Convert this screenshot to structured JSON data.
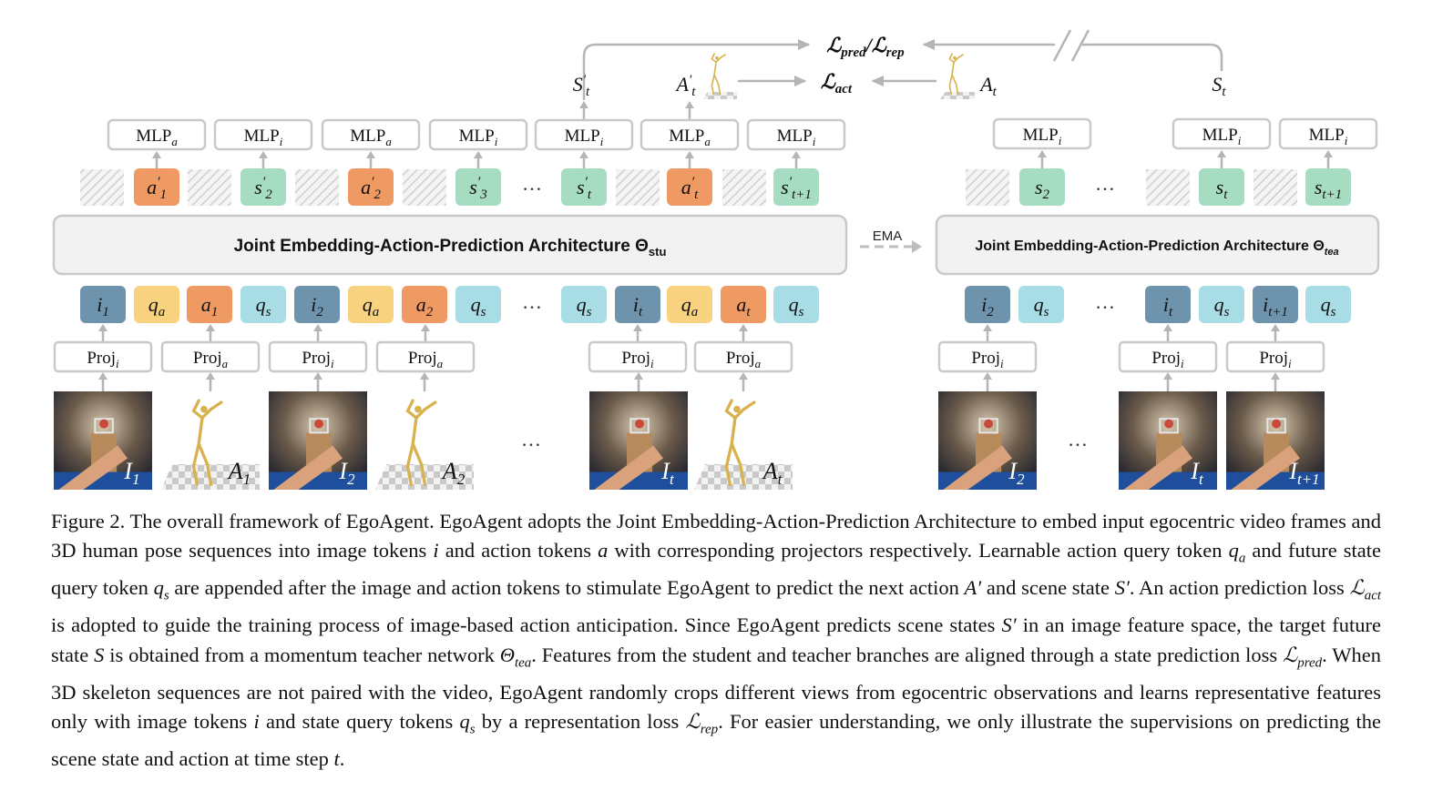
{
  "diagram": {
    "student_backbone": {
      "label": "Joint Embedding-Action-Prediction Architecture ",
      "theta": "Θ",
      "sub": "stu"
    },
    "teacher_backbone": {
      "label": "Joint Embedding-Action-Prediction Architecture ",
      "theta": "Θ",
      "sub": "tea"
    },
    "ema_label": "EMA",
    "ellipsis": "…",
    "losses": {
      "pred_rep": {
        "script": "ℒ",
        "sub1": "pred",
        "sep": "/",
        "sub2": "rep"
      },
      "act": {
        "script": "ℒ",
        "sub": "act"
      }
    },
    "targets": {
      "s_t_prime": {
        "base": "S",
        "prime": "′",
        "sub": "t"
      },
      "a_t_prime": {
        "base": "A",
        "prime": "′",
        "sub": "t"
      },
      "a_t": {
        "base": "A",
        "sub": "t"
      },
      "s_t": {
        "base": "S",
        "sub": "t"
      }
    },
    "student_mlps": [
      {
        "base": "MLP",
        "sub": "a"
      },
      {
        "base": "MLP",
        "sub": "i"
      },
      {
        "base": "MLP",
        "sub": "a"
      },
      {
        "base": "MLP",
        "sub": "i"
      },
      {
        "base": "MLP",
        "sub": "i"
      },
      {
        "base": "MLP",
        "sub": "a"
      },
      {
        "base": "MLP",
        "sub": "i"
      }
    ],
    "student_outputs": [
      {
        "base": "a",
        "prime": "′",
        "sub": "1",
        "color": "#ef9a63"
      },
      {
        "base": "s",
        "prime": "′",
        "sub": "2",
        "color": "#a6dcc1"
      },
      {
        "base": "a",
        "prime": "′",
        "sub": "2",
        "color": "#ef9a63"
      },
      {
        "base": "s",
        "prime": "′",
        "sub": "3",
        "color": "#a6dcc1"
      },
      {
        "base": "s",
        "prime": "′",
        "sub": "t",
        "color": "#a6dcc1"
      },
      {
        "base": "a",
        "prime": "′",
        "sub": "t",
        "color": "#ef9a63"
      },
      {
        "base": "s",
        "prime": "′",
        "sub": "t+1",
        "color": "#a6dcc1"
      }
    ],
    "teacher_mlps": [
      {
        "base": "MLP",
        "sub": "i"
      },
      {
        "base": "MLP",
        "sub": "i"
      },
      {
        "base": "MLP",
        "sub": "i"
      }
    ],
    "teacher_outputs": [
      {
        "base": "s",
        "sub": "2",
        "color": "#a6dcc1"
      },
      {
        "base": "s",
        "sub": "t",
        "color": "#a6dcc1"
      },
      {
        "base": "s",
        "sub": "t+1",
        "color": "#a6dcc1"
      }
    ],
    "student_inputs": [
      {
        "base": "i",
        "sub": "1",
        "color": "#6e94ad"
      },
      {
        "base": "q",
        "sub": "a",
        "color": "#f8d27f"
      },
      {
        "base": "a",
        "sub": "1",
        "color": "#ef9a63"
      },
      {
        "base": "q",
        "sub": "s",
        "color": "#a8dde6"
      },
      {
        "base": "i",
        "sub": "2",
        "color": "#6e94ad"
      },
      {
        "base": "q",
        "sub": "a",
        "color": "#f8d27f"
      },
      {
        "base": "a",
        "sub": "2",
        "color": "#ef9a63"
      },
      {
        "base": "q",
        "sub": "s",
        "color": "#a8dde6"
      },
      {
        "base": "q",
        "sub": "s",
        "color": "#a8dde6"
      },
      {
        "base": "i",
        "sub": "t",
        "color": "#6e94ad"
      },
      {
        "base": "q",
        "sub": "a",
        "color": "#f8d27f"
      },
      {
        "base": "a",
        "sub": "t",
        "color": "#ef9a63"
      },
      {
        "base": "q",
        "sub": "s",
        "color": "#a8dde6"
      }
    ],
    "teacher_inputs": [
      {
        "base": "i",
        "sub": "2",
        "color": "#6e94ad"
      },
      {
        "base": "q",
        "sub": "s",
        "color": "#a8dde6"
      },
      {
        "base": "i",
        "sub": "t",
        "color": "#6e94ad"
      },
      {
        "base": "q",
        "sub": "s",
        "color": "#a8dde6"
      },
      {
        "base": "i",
        "sub": "t+1",
        "color": "#6e94ad"
      },
      {
        "base": "q",
        "sub": "s",
        "color": "#a8dde6"
      }
    ],
    "student_projs": [
      {
        "base": "Proj",
        "sub": "i"
      },
      {
        "base": "Proj",
        "sub": "a"
      },
      {
        "base": "Proj",
        "sub": "i"
      },
      {
        "base": "Proj",
        "sub": "a"
      },
      {
        "base": "Proj",
        "sub": "i"
      },
      {
        "base": "Proj",
        "sub": "a"
      }
    ],
    "teacher_projs": [
      {
        "base": "Proj",
        "sub": "i"
      },
      {
        "base": "Proj",
        "sub": "i"
      },
      {
        "base": "Proj",
        "sub": "i"
      }
    ],
    "student_frames": [
      {
        "kind": "image",
        "base": "I",
        "sub": "1"
      },
      {
        "kind": "pose",
        "base": "A",
        "sub": "1"
      },
      {
        "kind": "image",
        "base": "I",
        "sub": "2"
      },
      {
        "kind": "pose",
        "base": "A",
        "sub": "2"
      },
      {
        "kind": "image",
        "base": "I",
        "sub": "t"
      },
      {
        "kind": "pose",
        "base": "A",
        "sub": "t"
      }
    ],
    "teacher_frames": [
      {
        "kind": "image",
        "base": "I",
        "sub": "2"
      },
      {
        "kind": "image",
        "base": "I",
        "sub": "t"
      },
      {
        "kind": "image",
        "base": "I",
        "sub": "t+1"
      }
    ],
    "colors": {
      "image_token": "#6e94ad",
      "action_query": "#f8d27f",
      "action_token": "#ef9a63",
      "state_query": "#a8dde6",
      "state_output": "#a6dcc1",
      "box_border": "#c9c9c9",
      "arrow": "#b5b5b5",
      "pose": "#d8b24e"
    }
  },
  "caption": [
    {
      "t": "Figure 2.  The overall framework of EgoAgent.  EgoAgent adopts the Joint Embedding-Action-Prediction Architecture to embed input egocentric video frames and 3D human pose sequences into image tokens "
    },
    {
      "m": "i"
    },
    {
      "t": " and action tokens "
    },
    {
      "m": "a"
    },
    {
      "t": " with corresponding projectors respectively. Learnable action query token "
    },
    {
      "m": "q",
      "sub": "a"
    },
    {
      "t": " and future state query token "
    },
    {
      "m": "q",
      "sub": "s"
    },
    {
      "t": " are appended after the image and action tokens to stimulate EgoAgent to predict the next action "
    },
    {
      "m": "A′"
    },
    {
      "t": " and scene state "
    },
    {
      "m": "S′"
    },
    {
      "t": ". An action prediction loss "
    },
    {
      "m": "ℒ",
      "sub": "act"
    },
    {
      "t": " is adopted to guide the training process of image-based action anticipation.  Since EgoAgent predicts scene states "
    },
    {
      "m": "S′"
    },
    {
      "t": " in an image feature space, the target future state "
    },
    {
      "m": "S"
    },
    {
      "t": " is obtained from a momentum teacher network "
    },
    {
      "m": "Θ",
      "sub": "tea"
    },
    {
      "t": ". Features from the student and teacher branches are aligned through a state prediction loss "
    },
    {
      "m": "ℒ",
      "sub": "pred"
    },
    {
      "t": ". When 3D skeleton sequences are not paired with the video, EgoAgent randomly crops different views from egocentric observations and learns representative features only with image tokens "
    },
    {
      "m": "i"
    },
    {
      "t": " and state query tokens "
    },
    {
      "m": "q",
      "sub": "s"
    },
    {
      "t": " by a representation loss "
    },
    {
      "m": "ℒ",
      "sub": "rep"
    },
    {
      "t": ". For easier understanding, we only illustrate the supervisions on predicting the scene state and action at time step "
    },
    {
      "m": "t"
    },
    {
      "t": "."
    }
  ]
}
